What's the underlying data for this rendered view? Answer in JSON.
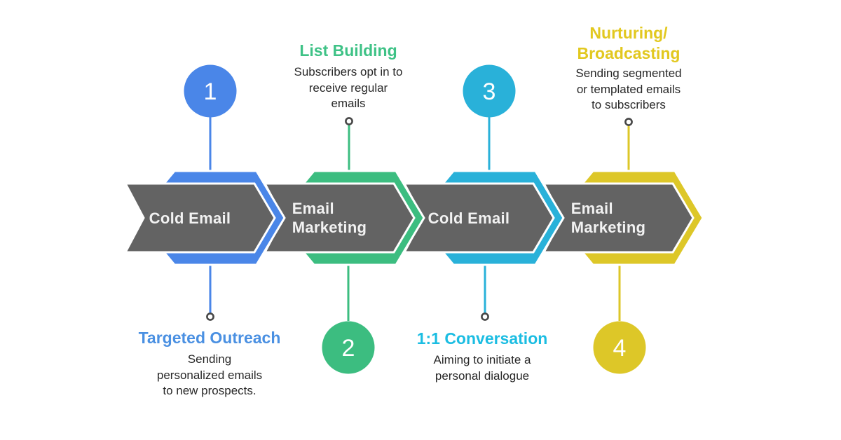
{
  "background_color": "#ffffff",
  "arrow_fill": "#636363",
  "arrow_label_color": "#f2f2f2",
  "connector_dot_color": "#474747",
  "units": [
    {
      "number": "1",
      "arrow_label": "Cold Email",
      "color": "#4a86e8",
      "title_color": "#4a90e2",
      "callout": {
        "position": "bottom",
        "title": "Targeted Outreach",
        "description": "Sending\npersonalized emails\nto new prospects."
      }
    },
    {
      "number": "2",
      "arrow_label": "Email\nMarketing",
      "color": "#3cbd80",
      "title_color": "#3ec286",
      "callout": {
        "position": "top",
        "title": "List Building",
        "description": "Subscribers opt in to\nreceive regular\nemails"
      }
    },
    {
      "number": "3",
      "arrow_label": "Cold Email",
      "color": "#29b1d9",
      "title_color": "#1bbde2",
      "callout": {
        "position": "bottom",
        "title": "1:1 Conversation",
        "description": "Aiming to initiate a\npersonal dialogue"
      }
    },
    {
      "number": "4",
      "arrow_label": "Email\nMarketing",
      "color": "#ddc728",
      "title_color": "#e2c81f",
      "callout": {
        "position": "top",
        "title": "Nurturing/\nBroadcasting",
        "description": "Sending segmented\nor templated emails\nto subscribers"
      }
    }
  ]
}
